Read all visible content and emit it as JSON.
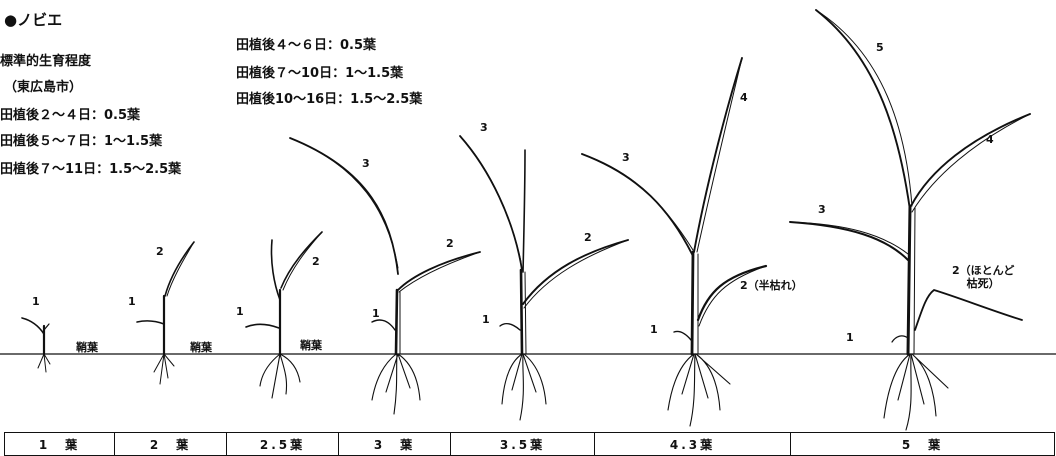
{
  "heading": "●ノビエ",
  "left_standard": {
    "title": "標準的生育程度",
    "region": "（東広島市）",
    "lines": [
      "田植後２～４日：0.5葉",
      "田植後５～７日：1～1.5葉",
      "田植後７～11日：1.5～2.5葉"
    ]
  },
  "right_standard": {
    "lines": [
      "田植後４～６日：0.5葉",
      "田植後７～10日：1～1.5葉",
      "田植後10～16日：1.5～2.5葉"
    ]
  },
  "plant_labels": {
    "p1_leaf1": "1",
    "p1_sheath": "鞘葉",
    "p2_leaf1": "1",
    "p2_leaf2": "2",
    "p2_sheath": "鞘葉",
    "p3_leaf1": "1",
    "p3_leaf2": "2",
    "p3_sheath": "鞘葉",
    "p4_leaf1": "1",
    "p4_leaf2": "2",
    "p4_leaf3": "3",
    "p5_leaf1": "1",
    "p5_leaf2": "2",
    "p5_leaf3": "3",
    "p6_leaf1": "1",
    "p6_leaf2": "2（半枯れ）",
    "p6_leaf3": "3",
    "p6_leaf4": "4",
    "p7_leaf1": "1",
    "p7_leaf2_line1": "2（ほとんど",
    "p7_leaf2_line2": "枯死）",
    "p7_leaf3": "3",
    "p7_leaf4": "4",
    "p7_leaf5": "5"
  },
  "stages": [
    "1　葉",
    "2　葉",
    "2.5葉",
    "3　葉",
    "3.5葉",
    "4.3葉",
    "5　葉"
  ]
}
